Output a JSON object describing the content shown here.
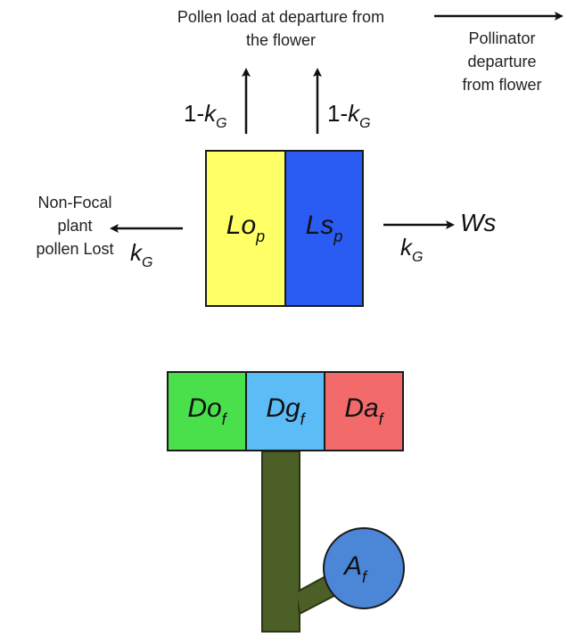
{
  "top_label": {
    "line1": "Pollen load at departure from",
    "line2": "the flower"
  },
  "right_label": {
    "line1": "Pollinator",
    "line2": "departure",
    "line3": "from flower"
  },
  "left_label": {
    "line1": "Non-Focal",
    "line2": "plant",
    "line3": "pollen Lost"
  },
  "rate_up": {
    "prefix": "1-",
    "var": "k",
    "sub": "G"
  },
  "rate_side": {
    "var": "k",
    "sub": "G"
  },
  "ws_label": "Ws",
  "pollinator_boxes": [
    {
      "var": "Lo",
      "sub": "p",
      "color": "#ffff66"
    },
    {
      "var": "Ls",
      "sub": "p",
      "color": "#2a5bf2"
    }
  ],
  "flower_boxes": [
    {
      "var": "Do",
      "sub": "f",
      "color": "#49e04c"
    },
    {
      "var": "Dg",
      "sub": "f",
      "color": "#5cbcf5"
    },
    {
      "var": "Da",
      "sub": "f",
      "color": "#f26a6a"
    }
  ],
  "anther": {
    "var": "A",
    "sub": "f",
    "color": "#4c86d6"
  },
  "stem_color": "#4c5f26"
}
